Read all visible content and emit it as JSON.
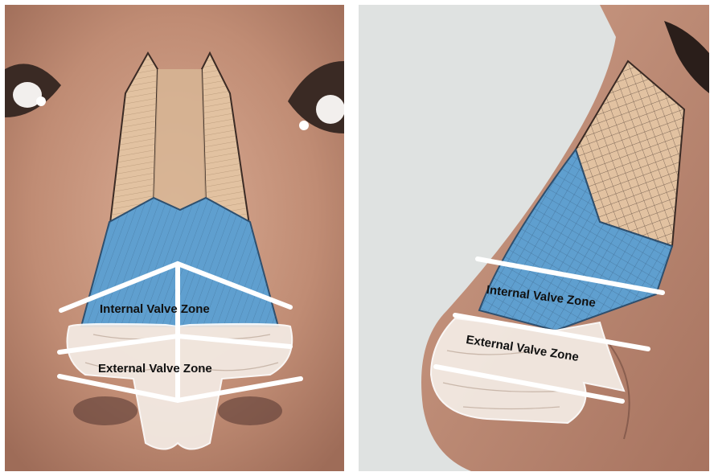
{
  "figure": {
    "panels": [
      {
        "view": "frontal",
        "labels": {
          "internal_valve_zone": "Internal Valve Zone",
          "external_valve_zone": "External Valve Zone"
        }
      },
      {
        "view": "lateral",
        "labels": {
          "internal_valve_zone": "Internal Valve Zone",
          "external_valve_zone": "External Valve Zone"
        }
      }
    ],
    "colors": {
      "skin": "#c99a83",
      "skin_dark": "#8f6355",
      "background_side": "#dfe2e1",
      "nasal_bone_sketch": "#e2c2a1",
      "upper_lateral_cartilage": "#5f9fcf",
      "lower_lateral_cartilage_sketch": "#f4ece5",
      "zone_lines": "#ffffff",
      "label_text": "#111111"
    }
  }
}
